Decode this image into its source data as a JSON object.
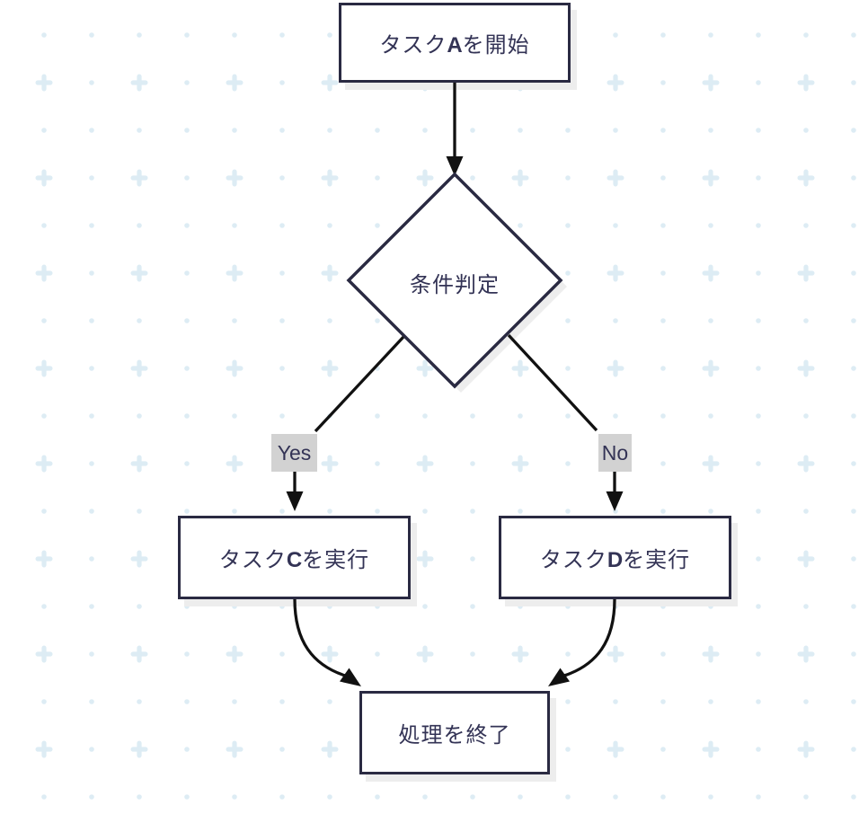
{
  "diagram": {
    "nodes": {
      "start": {
        "prefix": "タスク",
        "letter": "A",
        "suffix": "を開始"
      },
      "decision": {
        "label": "条件判定"
      },
      "task_c": {
        "prefix": "タスク",
        "letter": "C",
        "suffix": "を実行"
      },
      "task_d": {
        "prefix": "タスク",
        "letter": "D",
        "suffix": "を実行"
      },
      "end": {
        "label": "処理を終了"
      }
    },
    "edge_labels": {
      "yes": "Yes",
      "no": "No"
    }
  },
  "colors": {
    "node_border": "#2a2a42",
    "node_fill": "#ffffff",
    "text": "#333355",
    "edge": "#111111",
    "edge_label_bg": "#d2d2d2",
    "shadow": "#ededed",
    "pattern": "#ddecf4",
    "background": "#ffffff"
  }
}
